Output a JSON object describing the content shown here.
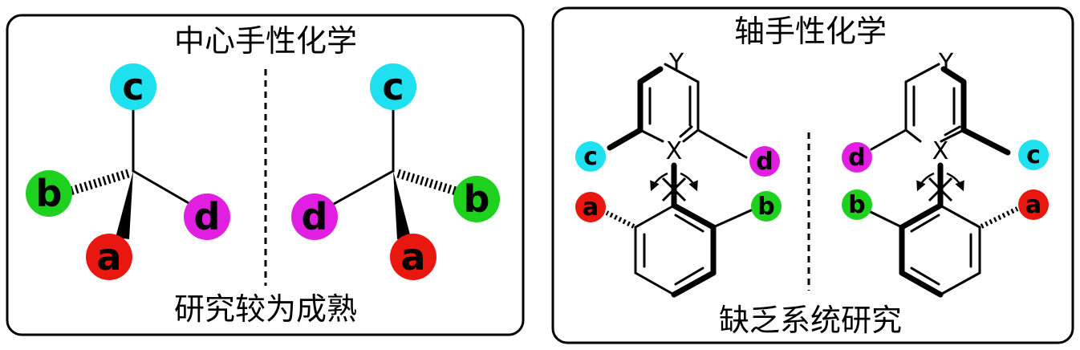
{
  "panels": {
    "left": {
      "title": "中心手性化学",
      "caption": "研究较为成熟"
    },
    "right": {
      "title": "轴手性化学",
      "caption": "缺乏系统研究"
    }
  },
  "substituents": {
    "a": {
      "label": "a",
      "color": "#e8170f"
    },
    "b": {
      "label": "b",
      "color": "#1fd11f"
    },
    "c": {
      "label": "c",
      "color": "#1fe0ee"
    },
    "d": {
      "label": "d",
      "color": "#e01fe0"
    }
  },
  "atoms": {
    "X": "X",
    "Y": "Y"
  }
}
